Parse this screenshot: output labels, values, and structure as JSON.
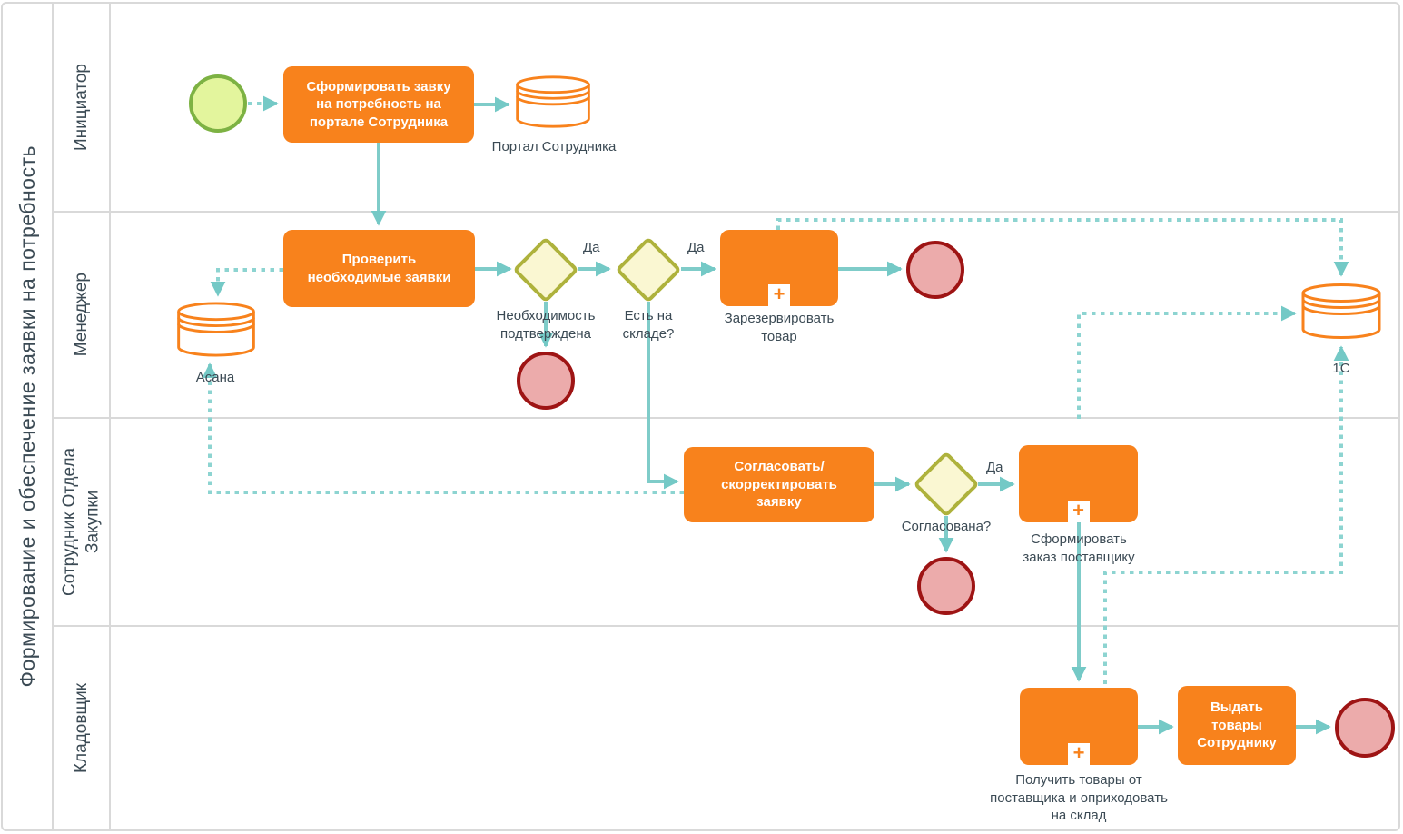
{
  "title": "Формирование и обеспечение заявки на потребность",
  "lanes": [
    {
      "label": "Инициатор"
    },
    {
      "label": "Менеджер"
    },
    {
      "label": "Сотрудник Отдела Закупки"
    },
    {
      "label": "Кладовщик"
    }
  ],
  "tasks": {
    "create_request": "Сформировать завку\nна потребность на\nпортале Сотрудника",
    "check_requests": "Проверить\nнеобходимые заявки",
    "reserve_goods": "Зарезервировать\nтовар",
    "approve_request": "Согласовать/\nскорректировать\nзаявку",
    "create_supplier_order": "Сформировать\nзаказ поставщику",
    "receive_goods": "Получить товары от\nпоставщика и оприходовать\nна склад",
    "issue_goods": "Выдать\nтовары\nСотруднику"
  },
  "gateways": {
    "need_confirmed": "Необходимость\nподтверждена",
    "in_stock": "Есть на\nскладе?",
    "approved": "Согласована?"
  },
  "datastores": {
    "portal": "Портал Сотрудника",
    "asana": "Асана",
    "one_c": "1С"
  },
  "edge_labels": {
    "yes1": "Да",
    "yes2": "Да",
    "yes3": "Да"
  },
  "icons": {
    "plus": "+"
  },
  "colors": {
    "task_fill": "#f8821c",
    "flow_line": "#7fccc9",
    "association_line": "#8dd4d1",
    "gateway_fill": "#faf7d2",
    "gateway_border": "#aeb23c",
    "start_fill": "#e3f59d",
    "start_border": "#7db243",
    "end_fill": "#ecabab",
    "end_border": "#9e1414",
    "lane_border": "#d9d9d9",
    "text": "#3b4a54"
  }
}
